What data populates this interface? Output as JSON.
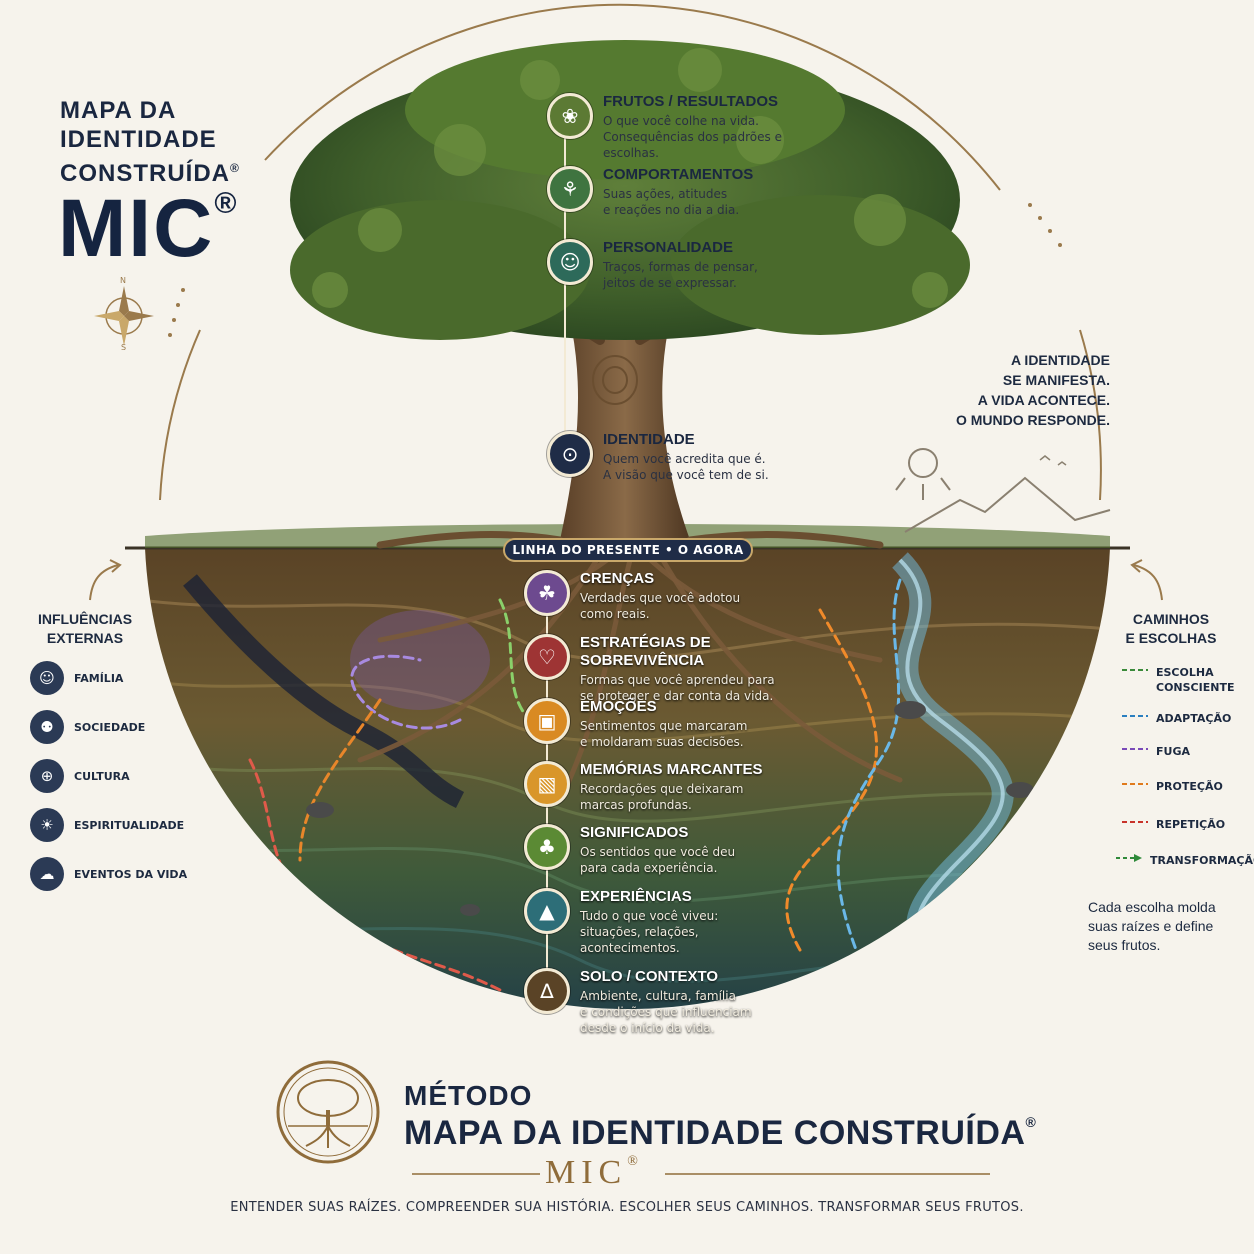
{
  "header": {
    "title_lines": [
      "MAPA DA",
      "IDENTIDADE",
      "CONSTRUÍDA"
    ],
    "title_reg": "®",
    "acronym": "MIC",
    "acronym_reg": "®",
    "compass_labels": {
      "north": "N",
      "south": "S"
    }
  },
  "tree_layers": [
    {
      "title": "FRUTOS / RESULTADOS",
      "lines": [
        "O que você colhe na vida.",
        "Consequências dos padrões e escolhas."
      ],
      "color": "#5c7a34",
      "icon": "apple-icon"
    },
    {
      "title": "COMPORTAMENTOS",
      "lines": [
        "Suas ações, atitudes",
        "e reações no dia a dia."
      ],
      "color": "#3f7440",
      "icon": "sprout-icon"
    },
    {
      "title": "PERSONALIDADE",
      "lines": [
        "Traços, formas de pensar,",
        "jeitos de se expressar."
      ],
      "color": "#2d6a5a",
      "icon": "person-icon"
    },
    {
      "title": "IDENTIDADE",
      "lines": [
        "Quem você acredita que é.",
        "A visão que você tem de si."
      ],
      "color": "#1f2c47",
      "icon": "fingerprint-icon"
    }
  ],
  "right_note": [
    "A IDENTIDADE",
    "SE MANIFESTA.",
    "A VIDA ACONTECE.",
    "O MUNDO RESPONDE."
  ],
  "present_line": "LINHA DO PRESENTE • O AGORA",
  "root_layers": [
    {
      "title": "CRENÇAS",
      "lines": [
        "Verdades que você adotou",
        "como reais."
      ],
      "color": "#6d4a8f",
      "icon": "brain-icon"
    },
    {
      "title": "ESTRATÉGIAS DE SOBREVIVÊNCIA",
      "lines": [
        "Formas que você aprendeu para",
        "se proteger e dar conta da vida."
      ],
      "color": "#9e3434",
      "icon": "heart-icon"
    },
    {
      "title": "EMOÇÕES",
      "lines": [
        "Sentimentos que marcaram",
        "e moldaram suas decisões."
      ],
      "color": "#d98a22",
      "icon": "lock-icon"
    },
    {
      "title": "MEMÓRIAS MARCANTES",
      "lines": [
        "Recordações que deixaram",
        "marcas profundas."
      ],
      "color": "#d9962a",
      "icon": "picture-icon"
    },
    {
      "title": "SIGNIFICADOS",
      "lines": [
        "Os sentidos que você deu",
        "para cada experiência."
      ],
      "color": "#5b8a34",
      "icon": "tree-icon"
    },
    {
      "title": "EXPERIÊNCIAS",
      "lines": [
        "Tudo o que você viveu:",
        "situações, relações,",
        "acontecimentos."
      ],
      "color": "#2d6e78",
      "icon": "mountain-icon"
    },
    {
      "title": "SOLO / CONTEXTO",
      "lines": [
        "Ambiente, cultura, família",
        "e condições que influenciam",
        "desde o início da vida."
      ],
      "color": "#5a4326",
      "icon": "soil-icon"
    }
  ],
  "influences": {
    "heading": [
      "INFLUÊNCIAS",
      "EXTERNAS"
    ],
    "items": [
      {
        "label": "FAMÍLIA",
        "icon": "family-icon"
      },
      {
        "label": "SOCIEDADE",
        "icon": "society-icon"
      },
      {
        "label": "CULTURA",
        "icon": "globe-icon"
      },
      {
        "label": "ESPIRITUALIDADE",
        "icon": "spirit-icon"
      },
      {
        "label": "EVENTOS DA VIDA",
        "icon": "storm-icon"
      }
    ]
  },
  "paths": {
    "heading": [
      "CAMINHOS",
      "E ESCOLHAS"
    ],
    "items": [
      {
        "label": [
          "ESCOLHA",
          "CONSCIENTE"
        ],
        "color": "#3a8a3a",
        "style": "dashed"
      },
      {
        "label": [
          "ADAPTAÇÃO"
        ],
        "color": "#2a7fc0",
        "style": "dashed"
      },
      {
        "label": [
          "FUGA"
        ],
        "color": "#7a4ab8",
        "style": "dashed"
      },
      {
        "label": [
          "PROTEÇÃO"
        ],
        "color": "#e07a1c",
        "style": "dashed"
      },
      {
        "label": [
          "REPETIÇÃO"
        ],
        "color": "#c8322a",
        "style": "dashed"
      },
      {
        "label": [
          "TRANSFORMAÇÃO"
        ],
        "color": "#2f8a3a",
        "style": "arrow"
      }
    ],
    "note": [
      "Cada escolha molda",
      "suas raízes e define",
      "seus frutos."
    ]
  },
  "footer": {
    "method": "MÉTODO",
    "title": "MAPA DA IDENTIDADE CONSTRUÍDA",
    "title_reg": "®",
    "acronym": "MIC",
    "acronym_reg": "®",
    "tagline": "ENTENDER SUAS RAÍZES. COMPREENDER SUA HISTÓRIA. ESCOLHER SEUS CAMINHOS. TRANSFORMAR SEUS FRUTOS."
  },
  "colors": {
    "navy": "#1a2740",
    "gold": "#c9a86a",
    "background": "#f6f3ec"
  }
}
